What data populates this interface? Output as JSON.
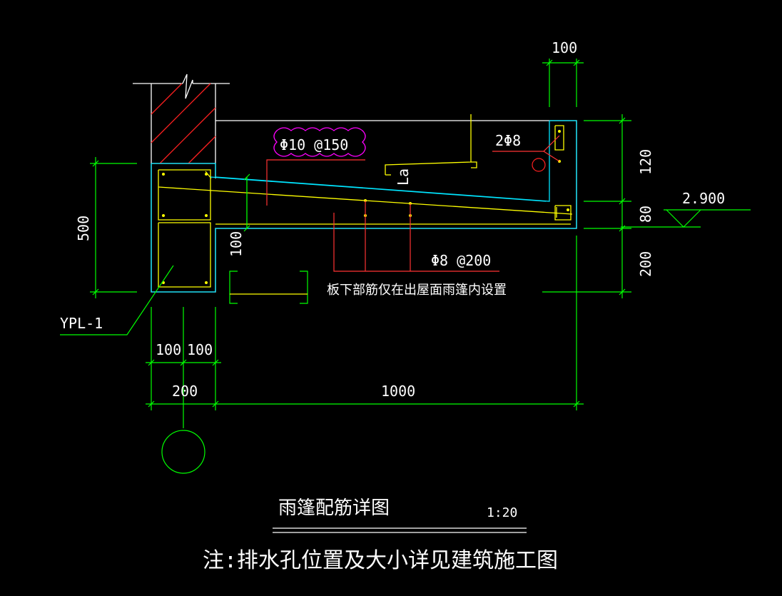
{
  "colors": {
    "background": "#000000",
    "dimension": "#00ff00",
    "concrete": "#00e5ff",
    "rebar": "#ffff00",
    "note": "#ff3333",
    "white": "#ffffff",
    "wall_hatch": "#ff2020",
    "cloud": "#ff00ff"
  },
  "dims": {
    "top_100": "100",
    "right_120": "120",
    "right_80": "80",
    "right_200": "200",
    "left_500": "500",
    "mid_100": "100",
    "bottom_100a": "100",
    "bottom_100b": "100",
    "bottom_200": "200",
    "bottom_1000": "1000"
  },
  "labels": {
    "rebar_top": "Φ10 @150",
    "rebar_bottom": "Φ8 @200",
    "edge_bars": "2Φ8",
    "anchorage": "La",
    "beam_tag": "YPL-1",
    "elevation": "2.900",
    "bottom_bar_note": "板下部筋仅在出屋面雨篷内设置"
  },
  "title": {
    "name": "雨篷配筋详图",
    "scale": "1:20",
    "note": "注:排水孔位置及大小详见建筑施工图"
  }
}
